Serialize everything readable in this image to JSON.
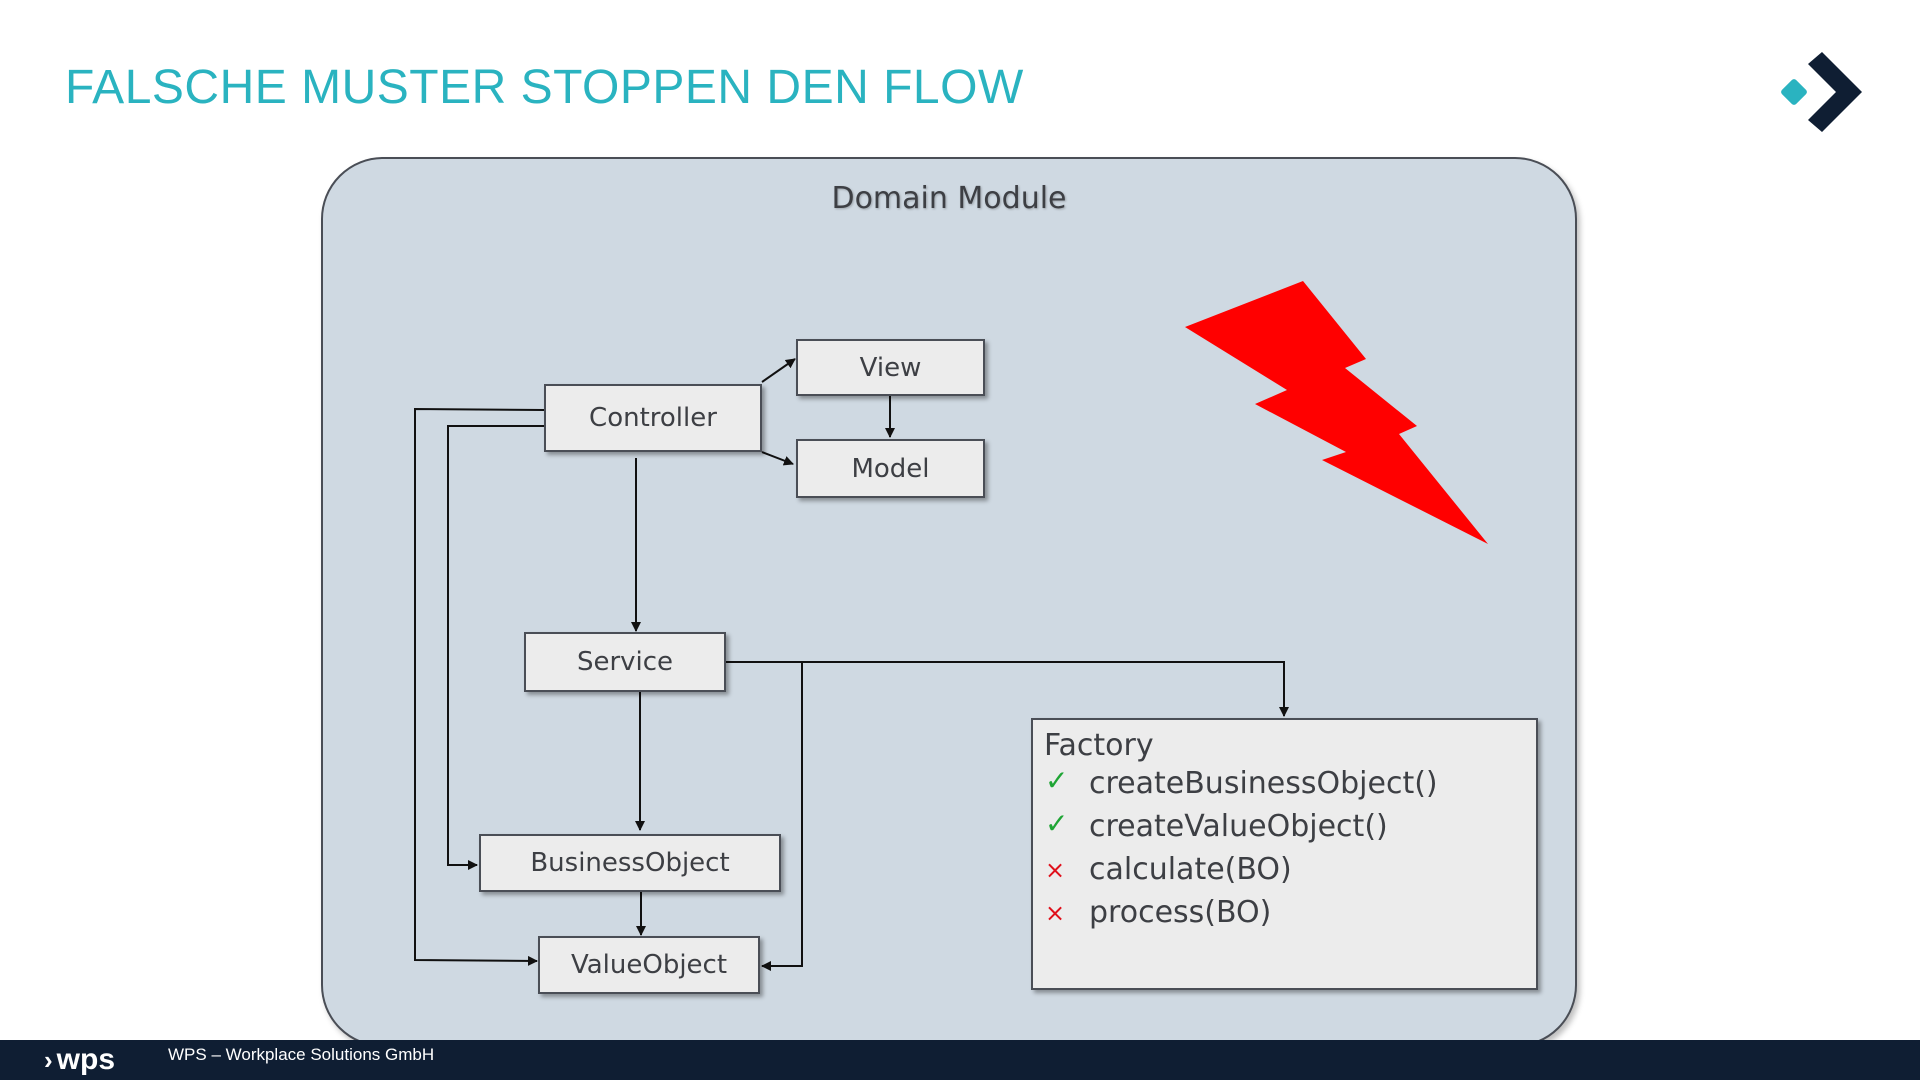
{
  "slide": {
    "title": "FALSCHE MUSTER STOPPEN DEN FLOW"
  },
  "colors": {
    "title": "#2ab3c0",
    "module_fill": "#cfd9e2",
    "box_fill": "#ececec",
    "lightning": "#ff0000",
    "check": "#1fa535",
    "cross": "#e0101b",
    "footer": "#0f1e33"
  },
  "diagram": {
    "module_label": "Domain Module",
    "nodes": {
      "controller": "Controller",
      "view": "View",
      "model": "Model",
      "service": "Service",
      "business_object": "BusinessObject",
      "value_object": "ValueObject"
    },
    "factory": {
      "title": "Factory",
      "methods": [
        {
          "name": "createBusinessObject()",
          "status": "allowed",
          "mark": "✓"
        },
        {
          "name": "createValueObject()",
          "status": "allowed",
          "mark": "✓"
        },
        {
          "name": "calculate(BO)",
          "status": "forbidden",
          "mark": "×"
        },
        {
          "name": "process(BO)",
          "status": "forbidden",
          "mark": "×"
        }
      ]
    },
    "edges": [
      {
        "from": "controller",
        "to": "view"
      },
      {
        "from": "controller",
        "to": "model"
      },
      {
        "from": "view",
        "to": "model"
      },
      {
        "from": "controller",
        "to": "service"
      },
      {
        "from": "controller",
        "to": "business_object"
      },
      {
        "from": "controller",
        "to": "value_object"
      },
      {
        "from": "service",
        "to": "business_object"
      },
      {
        "from": "service",
        "to": "value_object"
      },
      {
        "from": "service",
        "to": "factory"
      },
      {
        "from": "business_object",
        "to": "value_object"
      }
    ]
  },
  "icons": {
    "logo": "chevron-diamond-logo",
    "lightning": "lightning-bolt-icon"
  },
  "footer": {
    "brand": "wps",
    "company": "WPS – Workplace Solutions GmbH"
  }
}
